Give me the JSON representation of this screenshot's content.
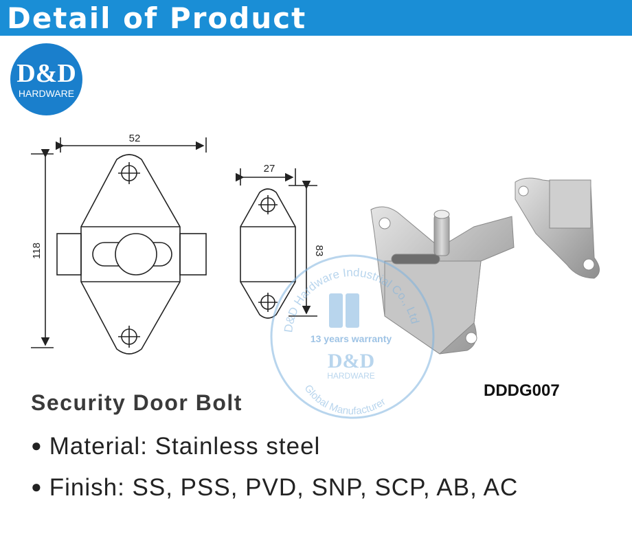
{
  "header": {
    "title": "Detail of Product",
    "color": "#1a8ed6"
  },
  "logo": {
    "brand": "D&D",
    "sub": "HARDWARE"
  },
  "drawing": {
    "dim_width_front": "52",
    "dim_height_front": "118",
    "dim_width_side": "27",
    "dim_height_side": "83"
  },
  "watermark": {
    "ring_text": "D&D Hardware Industrial Co., Ltd",
    "warranty": "13 years warranty",
    "brand": "D&D",
    "sub": "HARDWARE",
    "bottom_text": "Global Manufacturer"
  },
  "product": {
    "model": "DDDG007",
    "name": "Security Door Bolt",
    "specs": [
      {
        "bullet": "●",
        "text": "Material: Stainless steel"
      },
      {
        "bullet": "●",
        "text": "Finish: SS, PSS, PVD, SNP, SCP, AB, AC"
      }
    ]
  }
}
